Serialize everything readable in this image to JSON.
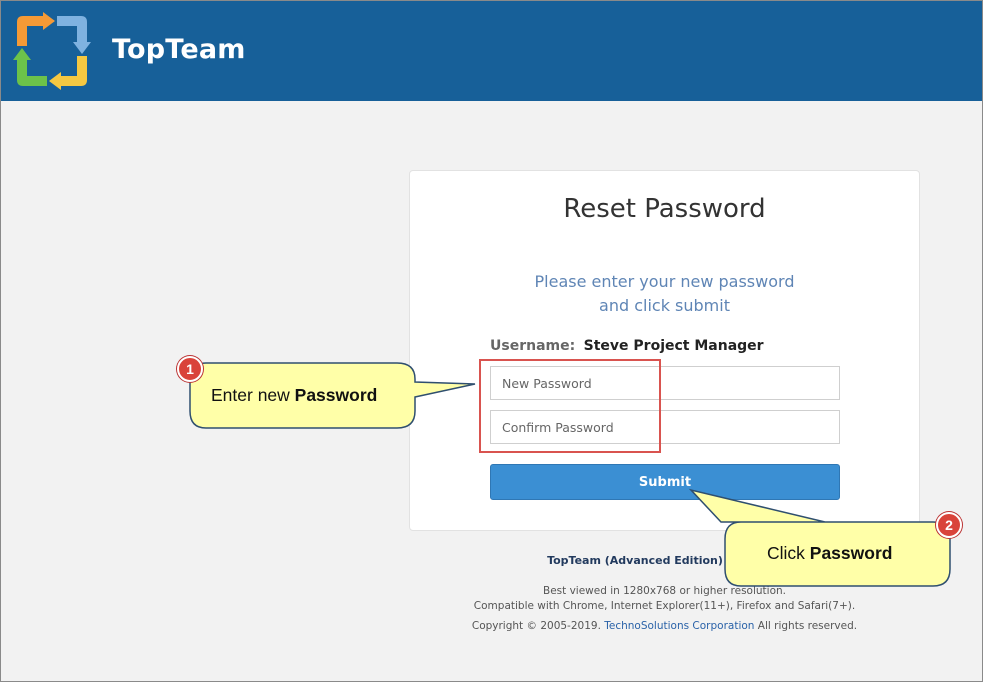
{
  "header": {
    "brand": "TopTeam"
  },
  "form": {
    "title": "Reset Password",
    "instruction_line1": "Please enter your new password",
    "instruction_line2": "and click submit",
    "username_label": "Username:",
    "username_value": "Steve Project Manager",
    "new_password_placeholder": "New Password",
    "confirm_password_placeholder": "Confirm Password",
    "submit_label": "Submit"
  },
  "footer": {
    "edition": "TopTeam (Advanced Edition)",
    "line1": "Best viewed in 1280x768 or higher resolution.",
    "line2": "Compatible with Chrome, Internet Explorer(11+), Firefox and Safari(7+).",
    "copyright_prefix": "Copyright © 2005-2019. ",
    "company_link": "TechnoSolutions Corporation",
    "copyright_suffix": " All rights reserved."
  },
  "callouts": [
    {
      "number": "1",
      "text_plain": "Enter new ",
      "text_bold": "Password"
    },
    {
      "number": "2",
      "text_plain": "Click ",
      "text_bold": "Password"
    }
  ],
  "colors": {
    "header_bg": "#176099",
    "accent_button": "#3b8fd3",
    "instruction_text": "#5f85b5",
    "callout_fill": "#ffffa8",
    "badge_red": "#d9433a",
    "highlight_box": "#d9534f"
  }
}
